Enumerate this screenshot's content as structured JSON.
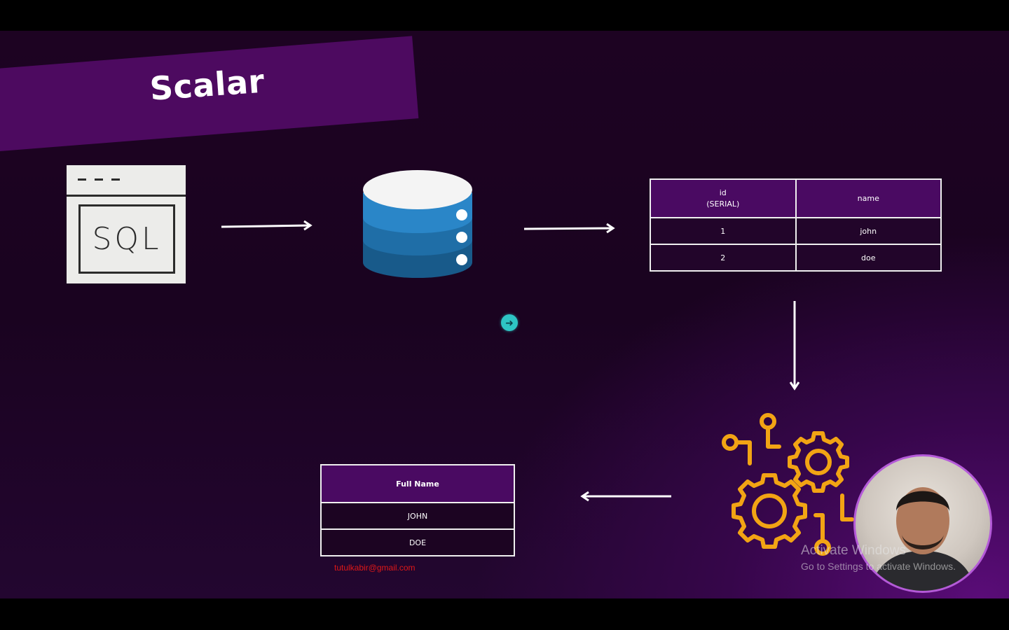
{
  "slide": {
    "title": "Scalar"
  },
  "sql_icon": {
    "label": "SQL"
  },
  "source_table": {
    "headers": [
      "id\n(SERIAL)",
      "name"
    ],
    "rows": [
      [
        "1",
        "john"
      ],
      [
        "2",
        "doe"
      ]
    ]
  },
  "result_table": {
    "header": "Full Name",
    "rows": [
      "JOHN",
      "DOE"
    ]
  },
  "footer": {
    "email": "tutulkabir@gmail.com"
  },
  "overlay": {
    "activate_title": "Activate Windows",
    "activate_sub": "Go to Settings to activate Windows."
  },
  "colors": {
    "banner": "#4d0a60",
    "table_header": "#4a0a62",
    "gear": "#f2a414",
    "db_top": "#f4f4f4",
    "db_layer1": "#2a86c8",
    "db_layer2": "#1f6ea7",
    "db_layer3": "#185a8a"
  }
}
